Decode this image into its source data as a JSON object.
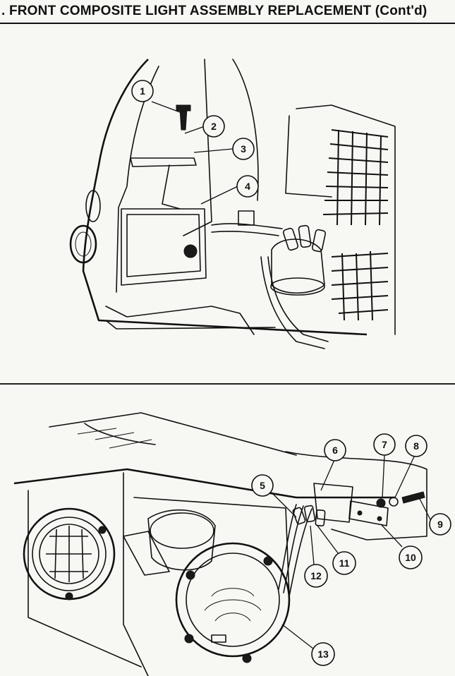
{
  "header": {
    "title": ". FRONT COMPOSITE LIGHT ASSEMBLY REPLACEMENT (Cont'd)"
  },
  "figure_top": {
    "callouts": [
      "1",
      "2",
      "3",
      "4"
    ]
  },
  "figure_bottom": {
    "callouts": [
      "5",
      "6",
      "7",
      "8",
      "9",
      "10",
      "11",
      "12",
      "13"
    ]
  }
}
